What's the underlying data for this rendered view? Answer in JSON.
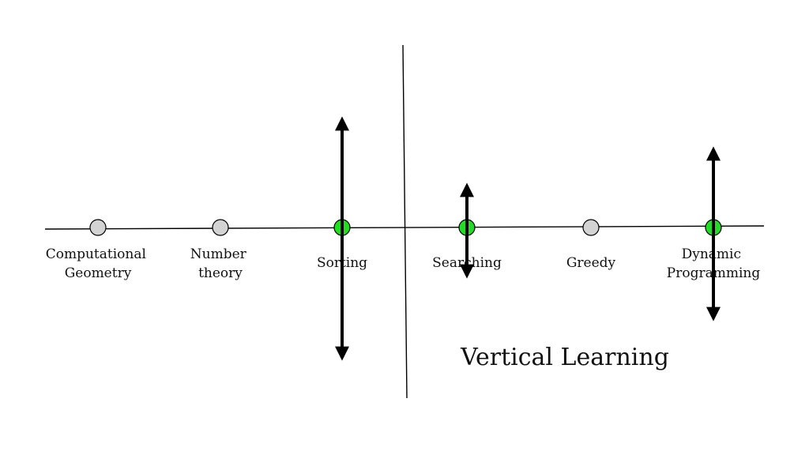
{
  "colors": {
    "active": "#22dd22",
    "inactive": "#d3d3d3",
    "stroke": "#000000"
  },
  "topics": [
    {
      "id": "computational-geometry",
      "lines": [
        "Computational",
        "Geometry"
      ],
      "active": false
    },
    {
      "id": "number-theory",
      "lines": [
        "Number",
        "theory"
      ],
      "active": false
    },
    {
      "id": "sorting",
      "lines": [
        "Sorting"
      ],
      "active": true
    },
    {
      "id": "searching",
      "lines": [
        "Searching"
      ],
      "active": true
    },
    {
      "id": "greedy",
      "lines": [
        "Greedy"
      ],
      "active": false
    },
    {
      "id": "dynamic-programming",
      "lines": [
        "Dynamic",
        "Programming"
      ],
      "active": true
    }
  ],
  "caption": "Vertical Learning"
}
